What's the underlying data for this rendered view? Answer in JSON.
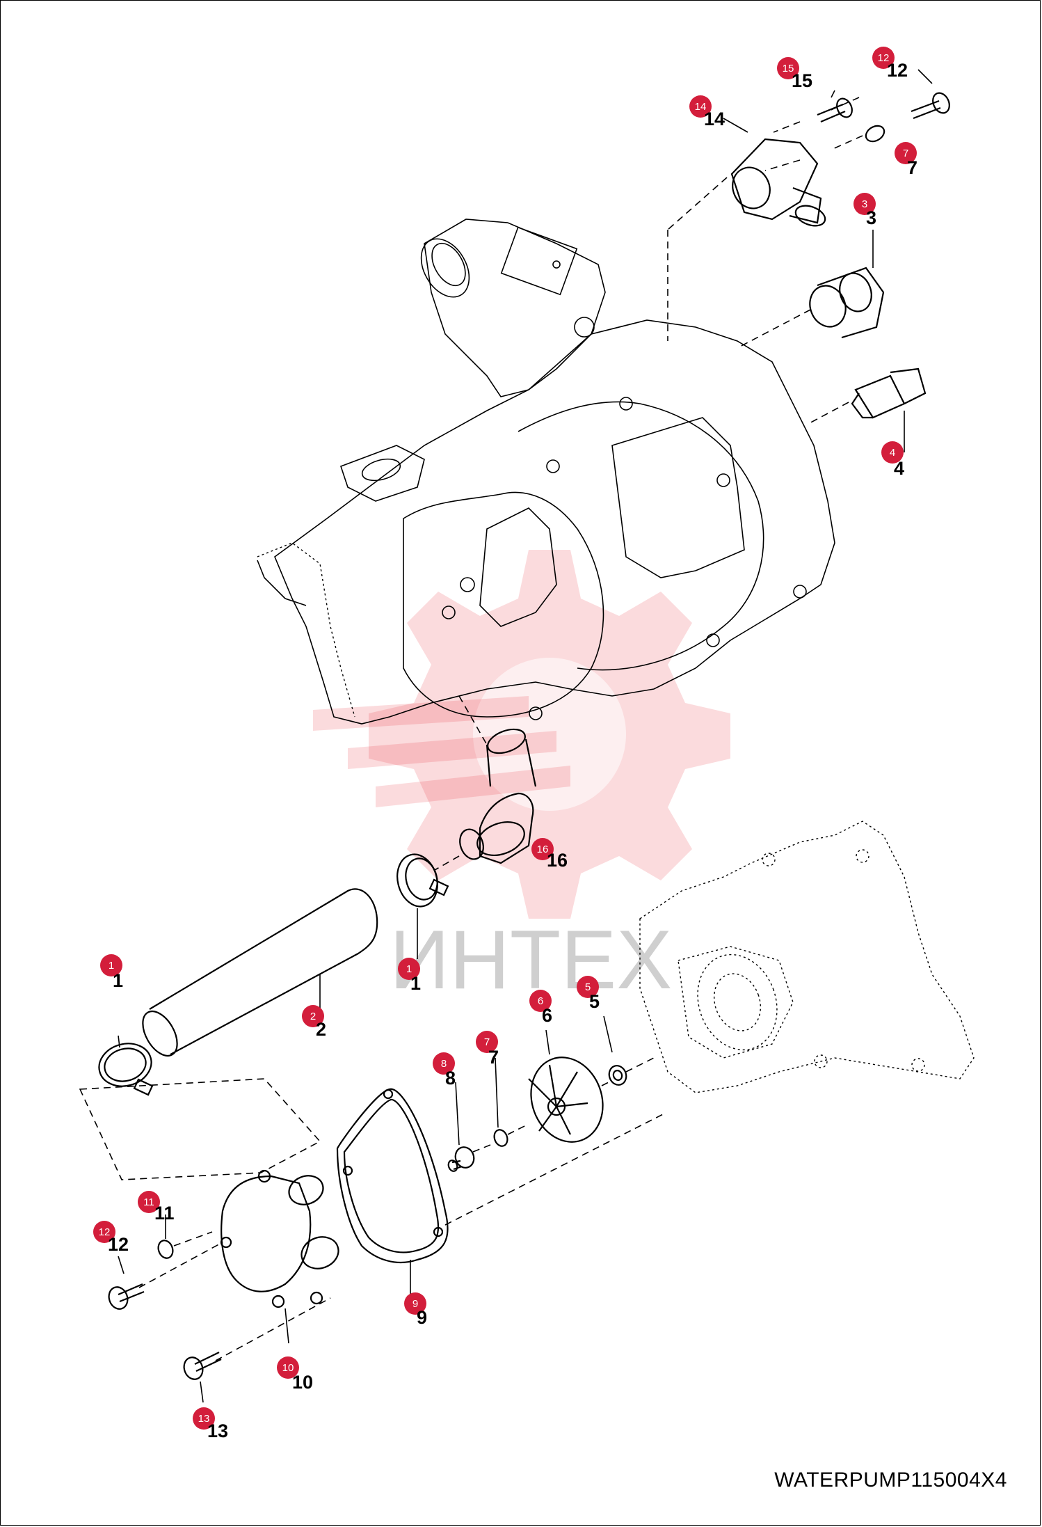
{
  "drawing_code": "WATERPUMP115004X4",
  "watermark": {
    "text": "ИНТЕХ",
    "color": "#e8202a"
  },
  "badge_color": "#d31e3b",
  "callouts": {
    "c1a": "1",
    "c1b": "1",
    "c2": "2",
    "c3": "3",
    "c4": "4",
    "c5": "5",
    "c6": "6",
    "c7a": "7",
    "c7b": "7",
    "c8": "8",
    "c9": "9",
    "c10": "10",
    "c11": "11",
    "c12a": "12",
    "c12b": "12",
    "c13": "13",
    "c14": "14",
    "c15": "15",
    "c16": "16"
  }
}
